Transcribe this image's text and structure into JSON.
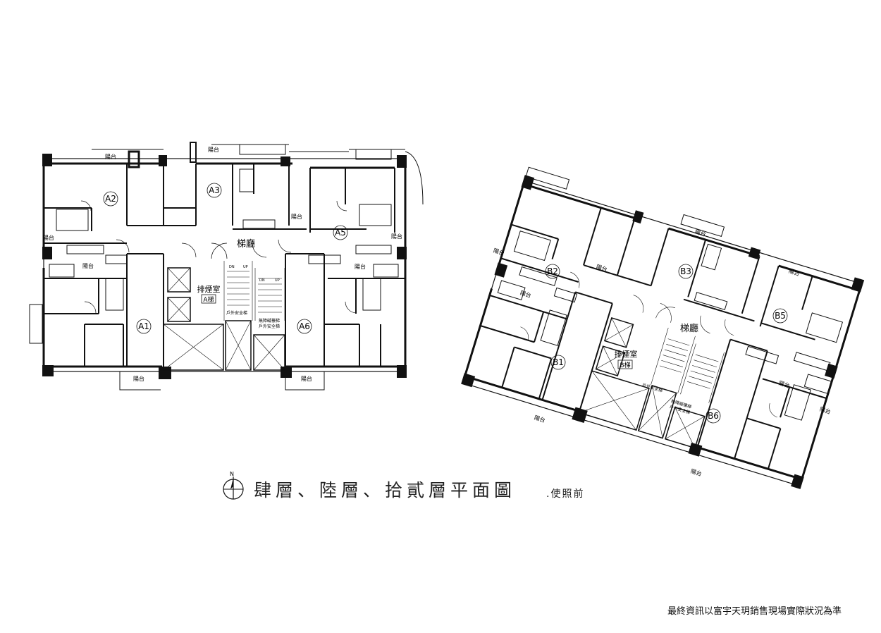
{
  "title": "肆層、陸層、拾貳層平面圖",
  "subtitle": ".使照前",
  "north_label": "N",
  "disclaimer": "最終資訊以富宇天玥銷售現場實際狀況為準",
  "building_a": {
    "lobby": "梯廳",
    "smoke_room": "排煙室",
    "stair_label": "A梯",
    "units": [
      "A1",
      "A2",
      "A3",
      "A5",
      "A6"
    ],
    "balcony": "陽台",
    "stair_notes": [
      "戶外安全梯",
      "無障礙樓梯",
      "戶外安全梯"
    ],
    "stair_marks": [
      "DN",
      "UP",
      "DN",
      "UP"
    ]
  },
  "building_b": {
    "lobby": "梯廳",
    "smoke_room": "排煙室",
    "stair_label": "B梯",
    "units": [
      "B1",
      "B2",
      "B3",
      "B5",
      "B6"
    ],
    "balcony": "陽台",
    "stair_notes": [
      "戶外安全梯",
      "無障礙樓梯",
      "戶外安全梯"
    ]
  }
}
